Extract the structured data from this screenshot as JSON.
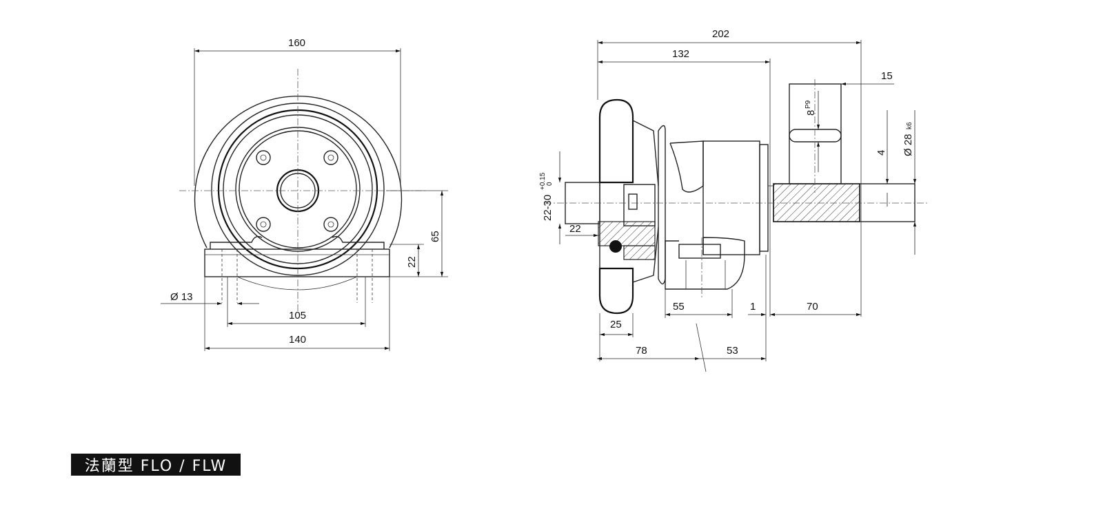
{
  "caption": "法蘭型 FLO / FLW",
  "front_view": {
    "dims": {
      "overall_width": "160",
      "flange_height": "65",
      "base_height": "22",
      "hole_dia": "Ø 13",
      "hole_spacing": "105",
      "base_width": "140"
    }
  },
  "side_view": {
    "dims": {
      "overall_length": "202",
      "body_length": "132",
      "shaft_ext": "15",
      "keyway": "8",
      "keyway_tol": "P9",
      "key_depth": "4",
      "shaft_dia": "Ø 28",
      "shaft_dia_tol": "k6",
      "bore": "22-30",
      "bore_tol_upper": "+0.15",
      "bore_tol_lower": "0",
      "hub": "22",
      "boss_width": "55",
      "gap": "1",
      "shaft_len": "70",
      "rim_width": "25",
      "left_len": "78",
      "right_len": "53"
    }
  }
}
